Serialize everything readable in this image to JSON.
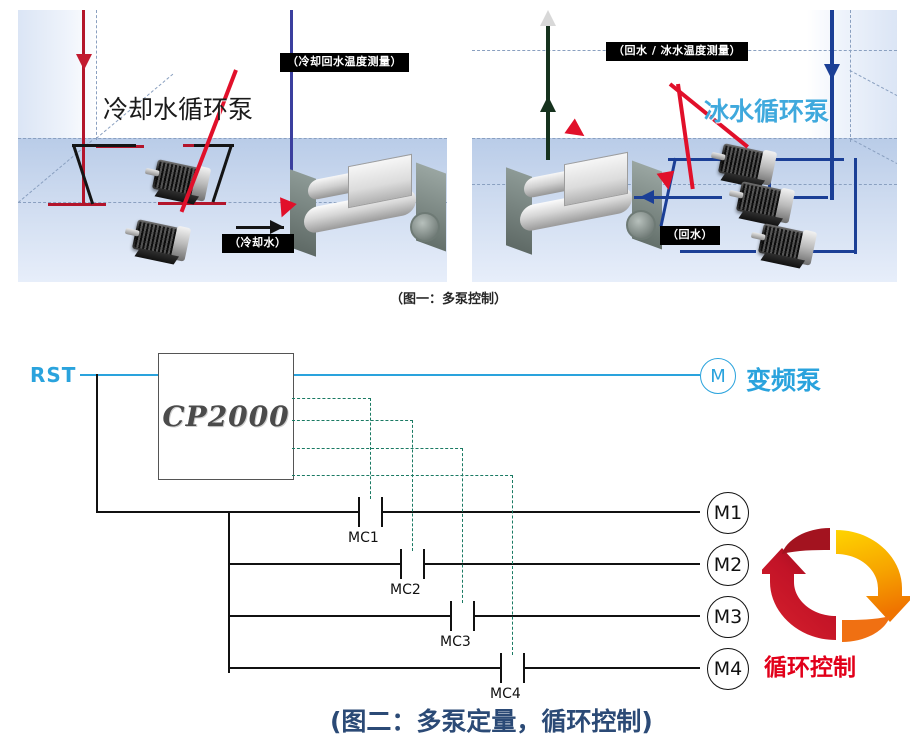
{
  "figure1": {
    "caption": "（图一：多泵控制）",
    "left_panel": {
      "title": "冷却水循环泵",
      "tags": [
        {
          "id": "cooling-return-temp",
          "text": "（冷却回水温度测量）"
        },
        {
          "id": "cooling-water",
          "text": "（冷却水）"
        }
      ]
    },
    "right_panel": {
      "title": "冰水循环泵",
      "tags": [
        {
          "id": "return-chilled-temp",
          "text": "（回水 / 冰水温度测量）"
        },
        {
          "id": "return-water",
          "text": "（回水）"
        }
      ]
    }
  },
  "figure2": {
    "caption": "(图二：多泵定量，循环控制)",
    "supply_label": "RST",
    "drive": {
      "label": "CP2000"
    },
    "vfd_pump": {
      "circle": "M",
      "label": "变频泵"
    },
    "motors": [
      {
        "circle": "M1",
        "contact": "MC1"
      },
      {
        "circle": "M2",
        "contact": "MC2"
      },
      {
        "circle": "M3",
        "contact": "MC3"
      },
      {
        "circle": "M4",
        "contact": "MC4"
      }
    ],
    "cycle_badge": {
      "label": "循环控制",
      "icon": "circular-arrows-icon"
    }
  },
  "colors": {
    "accent_blue": "#2aa3dd",
    "caption_blue": "#2b4a76",
    "control_green": "#1a7a63",
    "cycle_red": "#e2001a",
    "pipe_red": "#b3152b",
    "pipe_blue": "#1b3f96"
  }
}
